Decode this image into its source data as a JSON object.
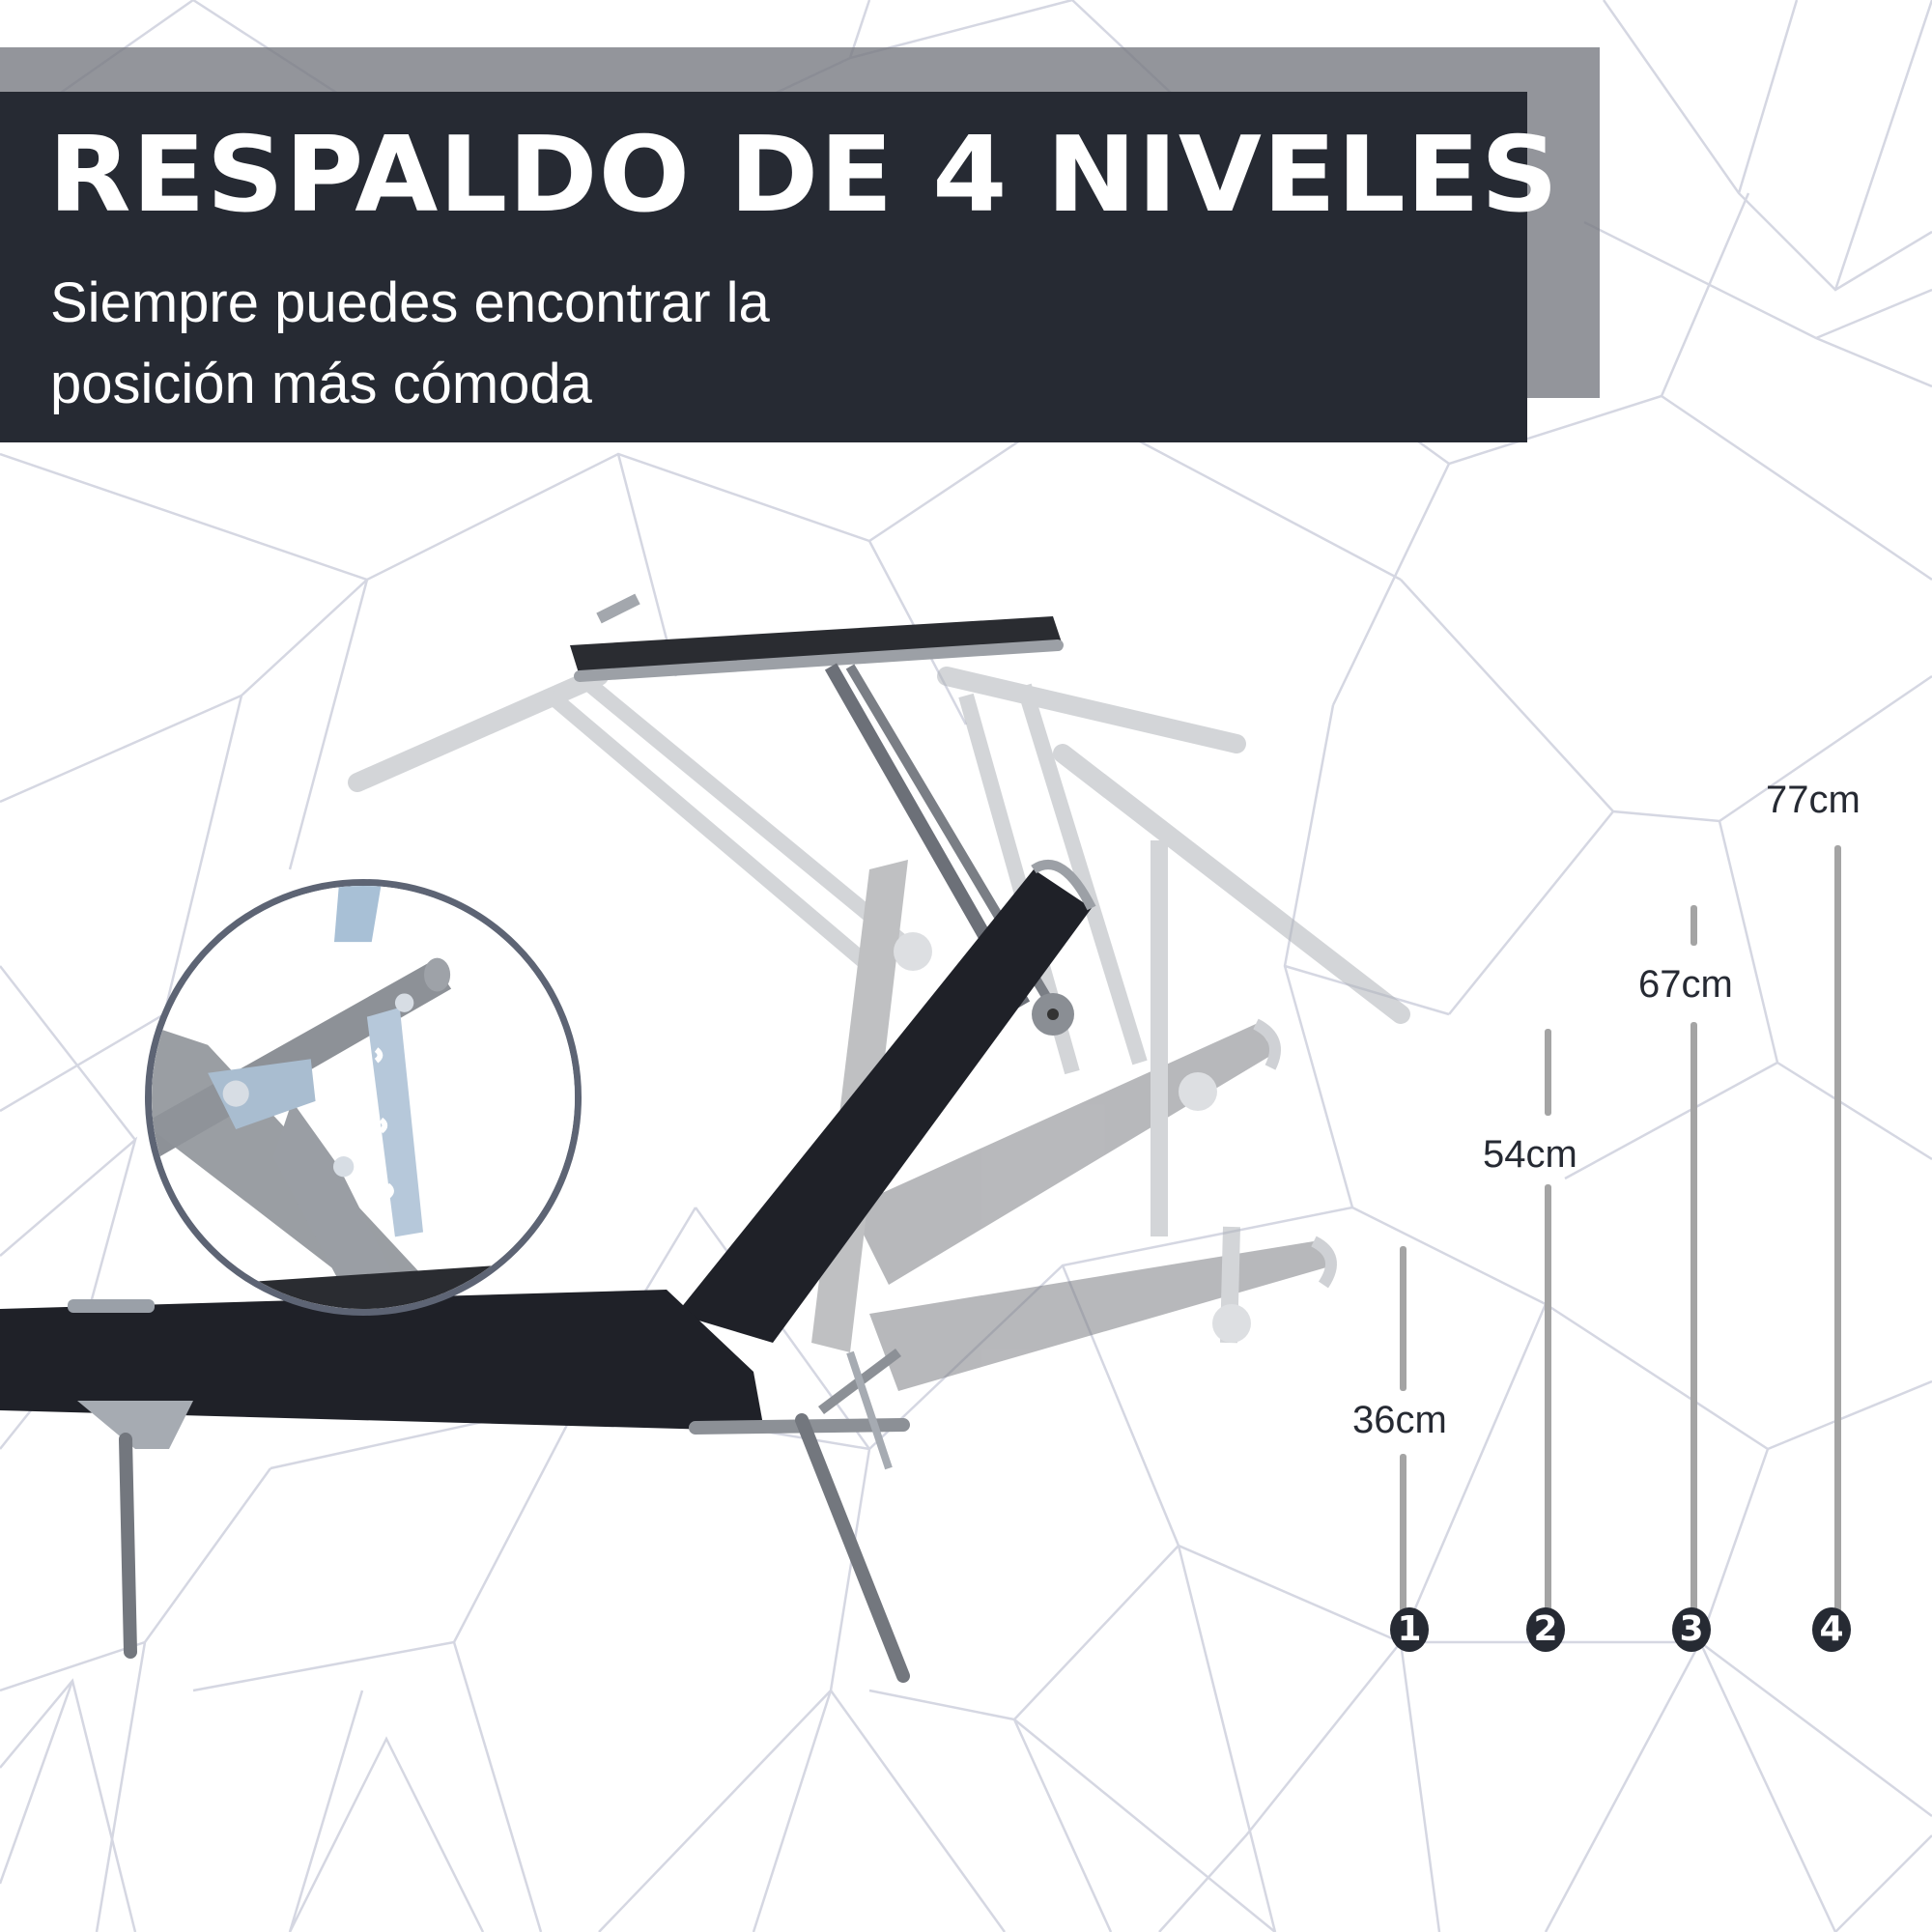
{
  "header": {
    "title": "RESPALDO DE 4 NIVELES",
    "subtitle_line1": "Siempre puedes encontrar la",
    "subtitle_line2": "posición más cómoda"
  },
  "colors": {
    "header_bg": "#262a33",
    "header_shadow": "#8e9097",
    "measure_bar": "#a4a4a4",
    "badge_bg": "#262a33",
    "pattern_line": "#d5d7e2",
    "fabric": "#1f2128",
    "frame": "#8c9096"
  },
  "product_image": {
    "subject": "folding-sun-lounger",
    "backrest_positions_shown": 4,
    "inset": "adjustment-bracket-closeup"
  },
  "measurements": [
    {
      "position": "1",
      "height": "36cm"
    },
    {
      "position": "2",
      "height": "54cm"
    },
    {
      "position": "3",
      "height": "67cm"
    },
    {
      "position": "4",
      "height": "77cm"
    }
  ]
}
